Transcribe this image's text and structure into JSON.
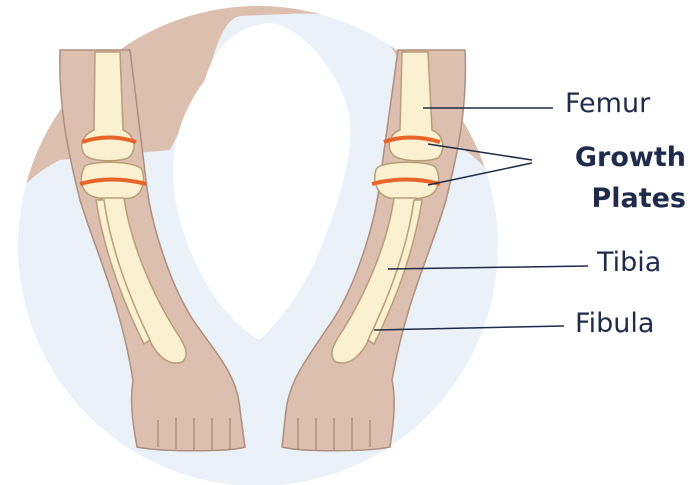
{
  "labels": {
    "femur": "Femur",
    "growth_plates_line1": "Growth",
    "growth_plates_line2": "Plates",
    "tibia": "Tibia",
    "fibula": "Fibula"
  },
  "colors": {
    "circle_bg": "#eaf1f8",
    "skin": "#dcbfae",
    "skin_outline": "#b08f7f",
    "bone": "#fbf0cf",
    "bone_outline": "#b79f78",
    "growth_plate": "#e8652a",
    "leader_line": "#1e2b4a"
  }
}
